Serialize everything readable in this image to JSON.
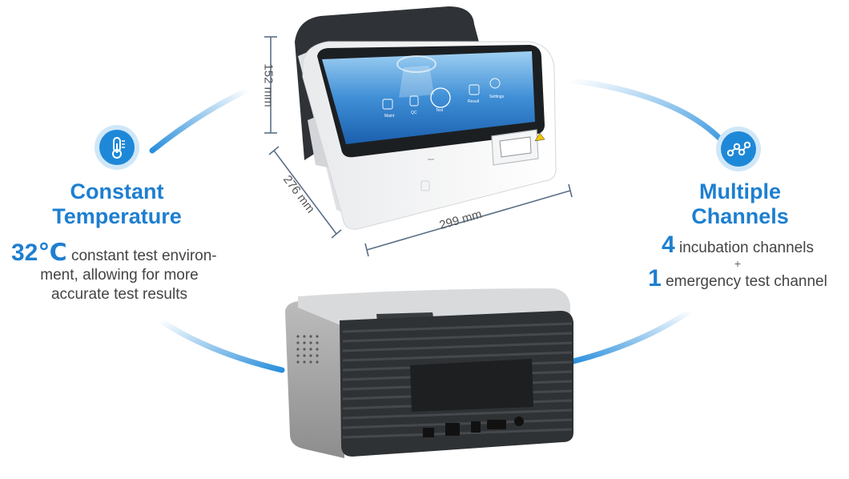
{
  "left_feature": {
    "title_line1": "Constant",
    "title_line2": "Temperature",
    "big_value": "32℃",
    "text_line1": "constant test environ-",
    "text_line2": "ment, allowing for more",
    "text_line3": "accurate test results",
    "icon": "thermometer-icon"
  },
  "right_feature": {
    "title_line1": "Multiple",
    "title_line2": "Channels",
    "value1": "4",
    "text1": "incubation channels",
    "plus": "+",
    "value2": "1",
    "text2": "emergency test channel",
    "icon": "channels-icon"
  },
  "dimensions": {
    "height": "152 mm",
    "depth": "276 mm",
    "width": "299 mm"
  },
  "screen": {
    "items": [
      "Maint",
      "QC",
      "Test",
      "Result",
      "Settings"
    ]
  },
  "colors": {
    "accent": "#1e7fd0",
    "arc": "#2a8fdc"
  }
}
